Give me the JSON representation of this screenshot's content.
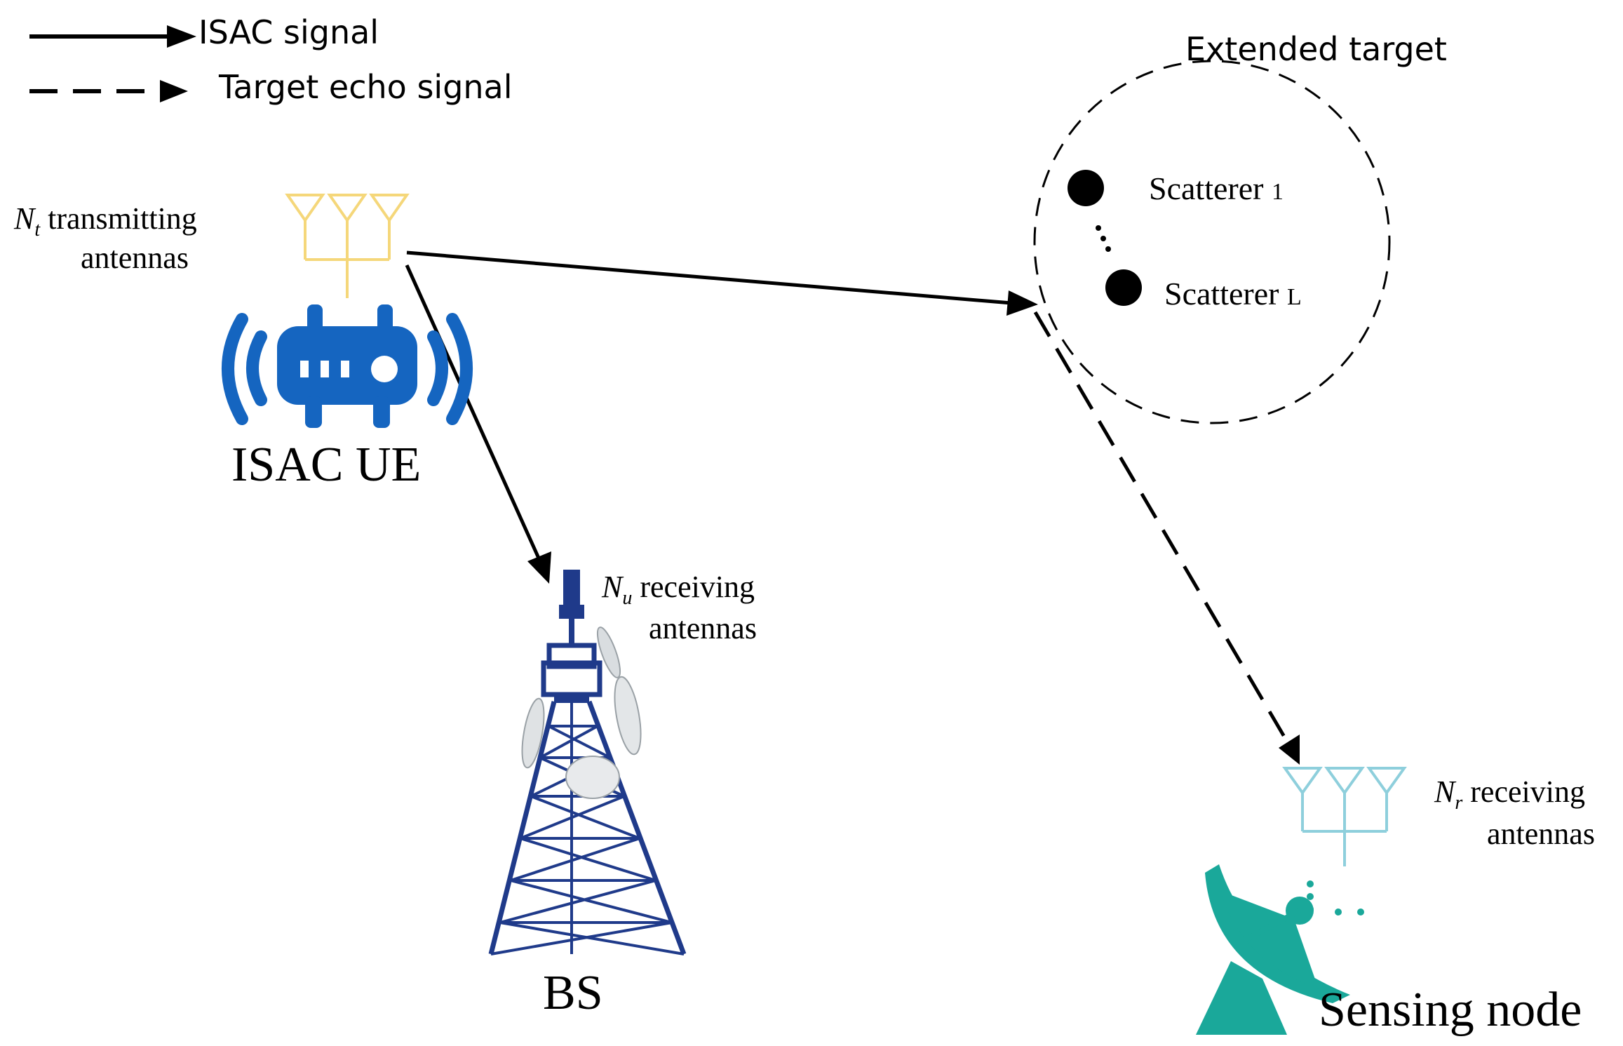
{
  "legend": {
    "solid_label": "ISAC signal",
    "dashed_label": "Target echo signal"
  },
  "target": {
    "title": "Extended target",
    "scatterer_first_word": "Scatterer",
    "scatterer_first_index": "1",
    "scatterer_last_word": "Scatterer",
    "scatterer_last_index": "L"
  },
  "ue": {
    "antenna_symbol": "N",
    "antenna_subscript": "t",
    "antenna_line1": "transmitting",
    "antenna_line2": "antennas",
    "label": "ISAC UE"
  },
  "bs": {
    "antenna_symbol": "N",
    "antenna_subscript": "u",
    "antenna_line1": "receiving",
    "antenna_line2": "antennas",
    "label": "BS"
  },
  "sensing_node": {
    "antenna_symbol": "N",
    "antenna_subscript": "r",
    "antenna_line1": "receiving",
    "antenna_line2": "antennas",
    "label": "Sensing node"
  },
  "colors": {
    "ue_antenna": "#f5d77a",
    "ue_device": "#1565c0",
    "tower": "#1f3a8a",
    "sensing_antenna": "#8ecfdc",
    "sensing_dish": "#1aa89a",
    "line": "#000000"
  }
}
